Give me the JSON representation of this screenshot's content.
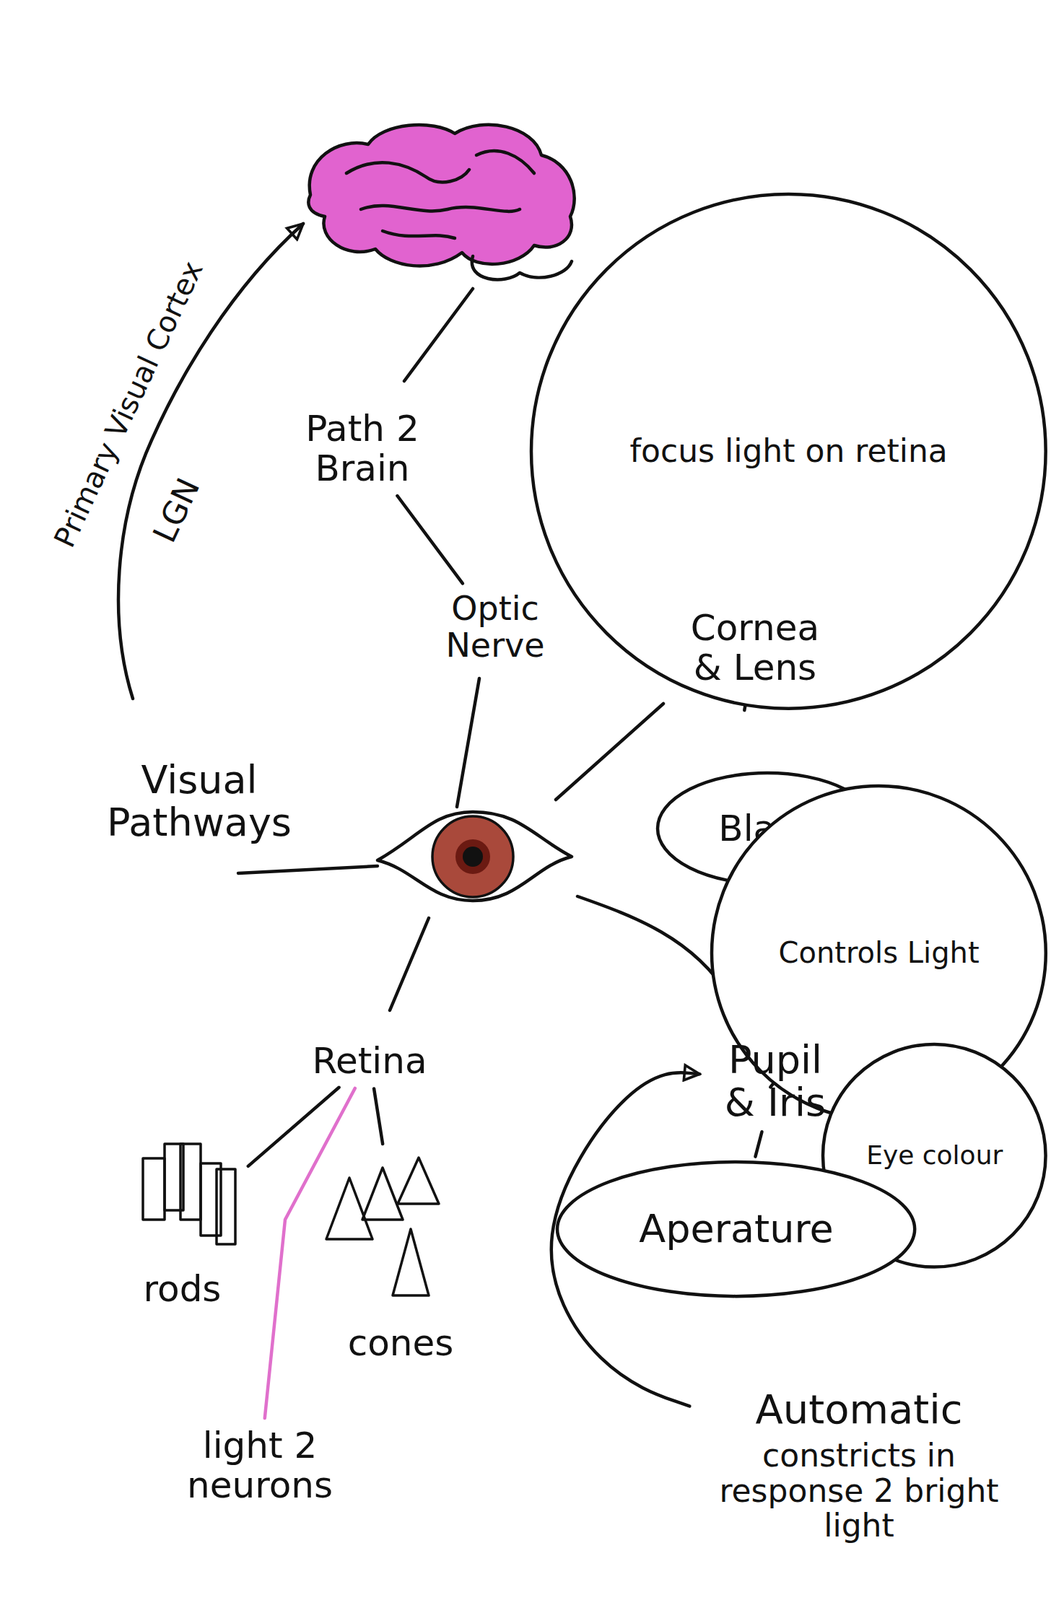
{
  "diagram": {
    "nodes": [
      {
        "text": [
          "Path 2 Brain"
        ]
      },
      {
        "text": [
          "focus light on retina"
        ]
      },
      {
        "text": [
          "Optic Nerve"
        ]
      },
      {
        "text": [
          "Cornea & Lens"
        ]
      },
      {
        "text": [
          "Visual Pathways"
        ]
      },
      {
        "text": [
          "Black"
        ]
      },
      {
        "text": [
          "Controls Light"
        ]
      },
      {
        "text": [
          "Retina"
        ]
      },
      {
        "text": [
          "Pupil & Iris"
        ]
      },
      {
        "text": [
          "Eye colour"
        ]
      },
      {
        "text": [
          "Aperature"
        ]
      },
      {
        "text": [
          "rods"
        ]
      },
      {
        "text": [
          "cones"
        ]
      },
      {
        "text": [
          "Automatic",
          "constricts in response 2 bright light"
        ]
      },
      {
        "text": [
          "light 2 neurons"
        ]
      }
    ],
    "edges": [
      {
        "from": 0,
        "to": 2,
        "arrow": "none"
      },
      {
        "from": 1,
        "to": 3,
        "arrow": "none"
      },
      {
        "from": 5,
        "to": 8,
        "arrow": "to"
      },
      {
        "from": 6,
        "to": 8,
        "arrow": "none"
      },
      {
        "from": 9,
        "to": 8,
        "arrow": "to"
      },
      {
        "from": 8,
        "to": 10,
        "arrow": "none"
      },
      {
        "from": 13,
        "to": 8,
        "arrow": "to"
      },
      {
        "from": 7,
        "to": 11,
        "arrow": "none"
      },
      {
        "from": 7,
        "to": 12,
        "arrow": "none"
      },
      {
        "from": 7,
        "to": 14,
        "arrow": "none"
      }
    ],
    "labels": [
      "Primary Visual Cortex",
      "LGN"
    ]
  }
}
